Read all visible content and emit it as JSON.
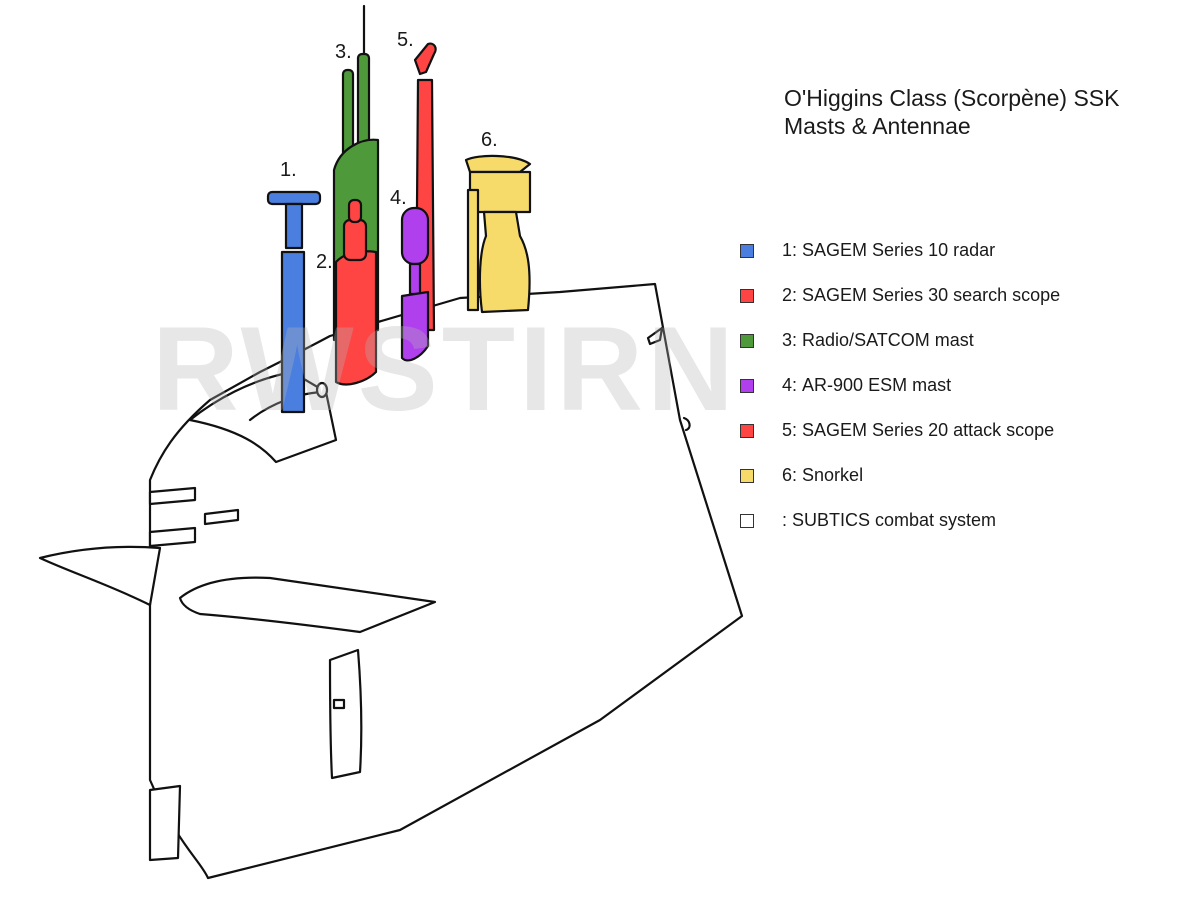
{
  "title": {
    "line1": "O'Higgins Class (Scorpène) SSK",
    "line2": "Masts & Antennae"
  },
  "watermark": "RWSTIRN",
  "legend": [
    {
      "key": "1:",
      "label": "SAGEM Series 10 radar",
      "color": "#4a7fe0"
    },
    {
      "key": "2:",
      "label": "SAGEM Series 30 search scope",
      "color": "#ff4444"
    },
    {
      "key": "3:",
      "label": "Radio/SATCOM mast",
      "color": "#4e9a3a"
    },
    {
      "key": "4:",
      "label": "AR-900 ESM mast",
      "color": "#b040ee"
    },
    {
      "key": "5:",
      "label": "SAGEM Series 20 attack scope",
      "color": "#ff4444"
    },
    {
      "key": "6:",
      "label": "Snorkel",
      "color": "#f7db6a"
    },
    {
      "key": "",
      "label": ": SUBTICS combat system",
      "color": "#ffffff"
    }
  ],
  "mast_numbers": [
    "1.",
    "2.",
    "3.",
    "4.",
    "5.",
    "6."
  ]
}
